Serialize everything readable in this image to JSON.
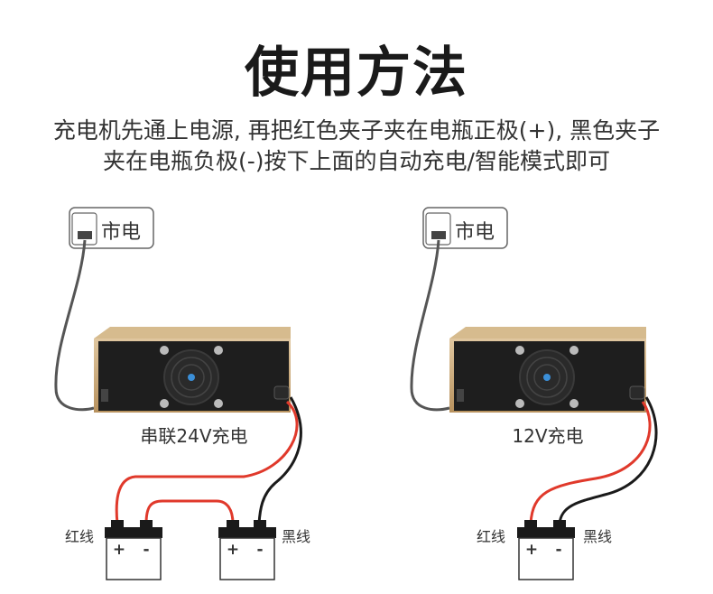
{
  "title": "使用方法",
  "instructions": [
    "充电机先通上电源, 再把红色夹子夹在电瓶正极(+), 黑色夹子",
    "夹在电瓶负极(-)按下上面的自动充电/智能模式即可"
  ],
  "left_diagram": {
    "outlet_label": "市电",
    "mode_label": "串联24V充电",
    "red_wire_label": "红线",
    "black_wire_label": "黑线",
    "battery_1": {
      "positive": "+",
      "negative": "-"
    },
    "battery_2": {
      "positive": "+",
      "negative": "-"
    }
  },
  "right_diagram": {
    "outlet_label": "市电",
    "mode_label": "12V充电",
    "red_wire_label": "红线",
    "black_wire_label": "黑线",
    "battery": {
      "positive": "+",
      "negative": "-"
    }
  },
  "colors": {
    "charger_body": "#c9a97a",
    "charger_face": "#1e1e1e",
    "red_wire": "#e0392b",
    "black_wire": "#1a1a1a",
    "power_cord": "#555555"
  }
}
